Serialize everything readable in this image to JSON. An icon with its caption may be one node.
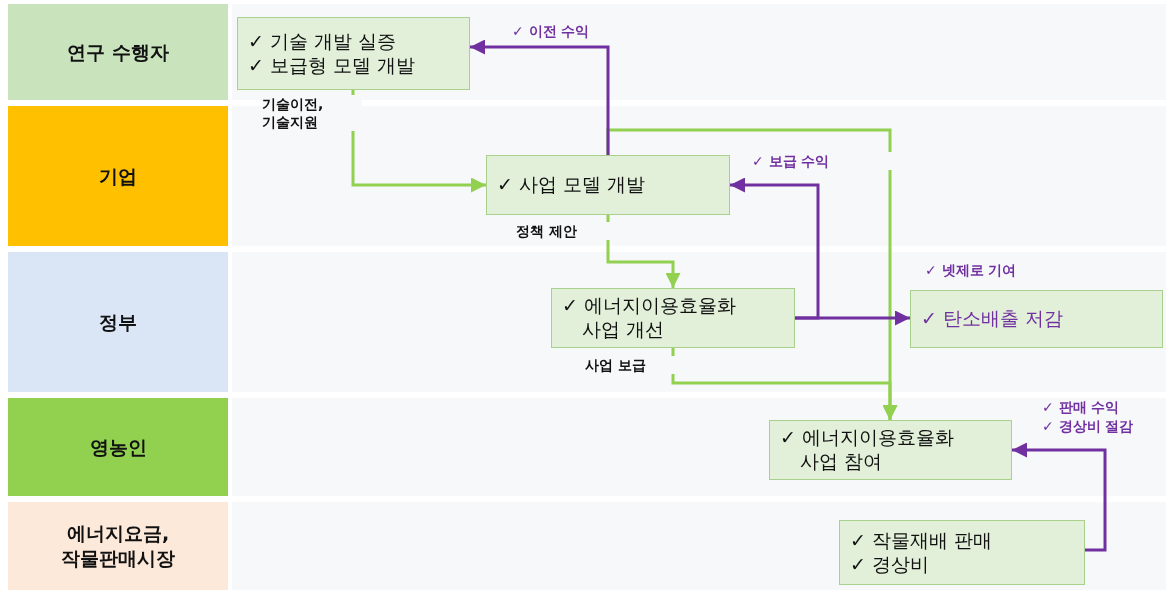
{
  "diagram": {
    "nodes": [
      {
        "text": [
          "연구 수행자"
        ]
      },
      {
        "text": [
          "기업"
        ]
      },
      {
        "text": [
          "정부"
        ]
      },
      {
        "text": [
          "영농인"
        ]
      },
      {
        "text": [
          "에너지요금, 작물판매시장"
        ]
      },
      {
        "text": [
          "✓ 기술 개발 실증",
          "✓ 보급형 모델 개발"
        ]
      },
      {
        "text": [
          "✓ 사업 모델 개발"
        ]
      },
      {
        "text": [
          "✓ 에너지이용효율화 사업 개선"
        ]
      },
      {
        "text": [
          "✓ 탄소배출 저감"
        ]
      },
      {
        "text": [
          "✓ 에너지이용효율화 사업 참여"
        ]
      },
      {
        "text": [
          "✓ 작물재배 판매",
          "✓ 경상비"
        ]
      }
    ],
    "edges": [
      {
        "from": 5,
        "to": 6,
        "arrow": "to",
        "label": "기술이전, 기술지원",
        "color": "#92d050"
      },
      {
        "from": 6,
        "to": 5,
        "arrow": "to",
        "label": "✓ 이전 수익",
        "color": "#7030a0"
      },
      {
        "from": 6,
        "to": 7,
        "arrow": "to",
        "label": "정책 제안",
        "color": "#92d050"
      },
      {
        "from": 7,
        "to": 6,
        "arrow": "to",
        "label": "✓ 보급 수익",
        "color": "#7030a0"
      },
      {
        "from": 7,
        "to": 8,
        "arrow": "to",
        "label": "✓ 넷제로 기여",
        "color": "#7030a0"
      },
      {
        "from": 6,
        "to": 9,
        "arrow": "to",
        "color": "#92d050"
      },
      {
        "from": 7,
        "to": 9,
        "arrow": "to",
        "label": "사업 보급",
        "color": "#92d050"
      },
      {
        "from": 10,
        "to": 9,
        "arrow": "to",
        "label": "✓ 판매 수익",
        "color": "#7030a0"
      }
    ],
    "labels": [
      "✓ 경상비 절감"
    ]
  }
}
